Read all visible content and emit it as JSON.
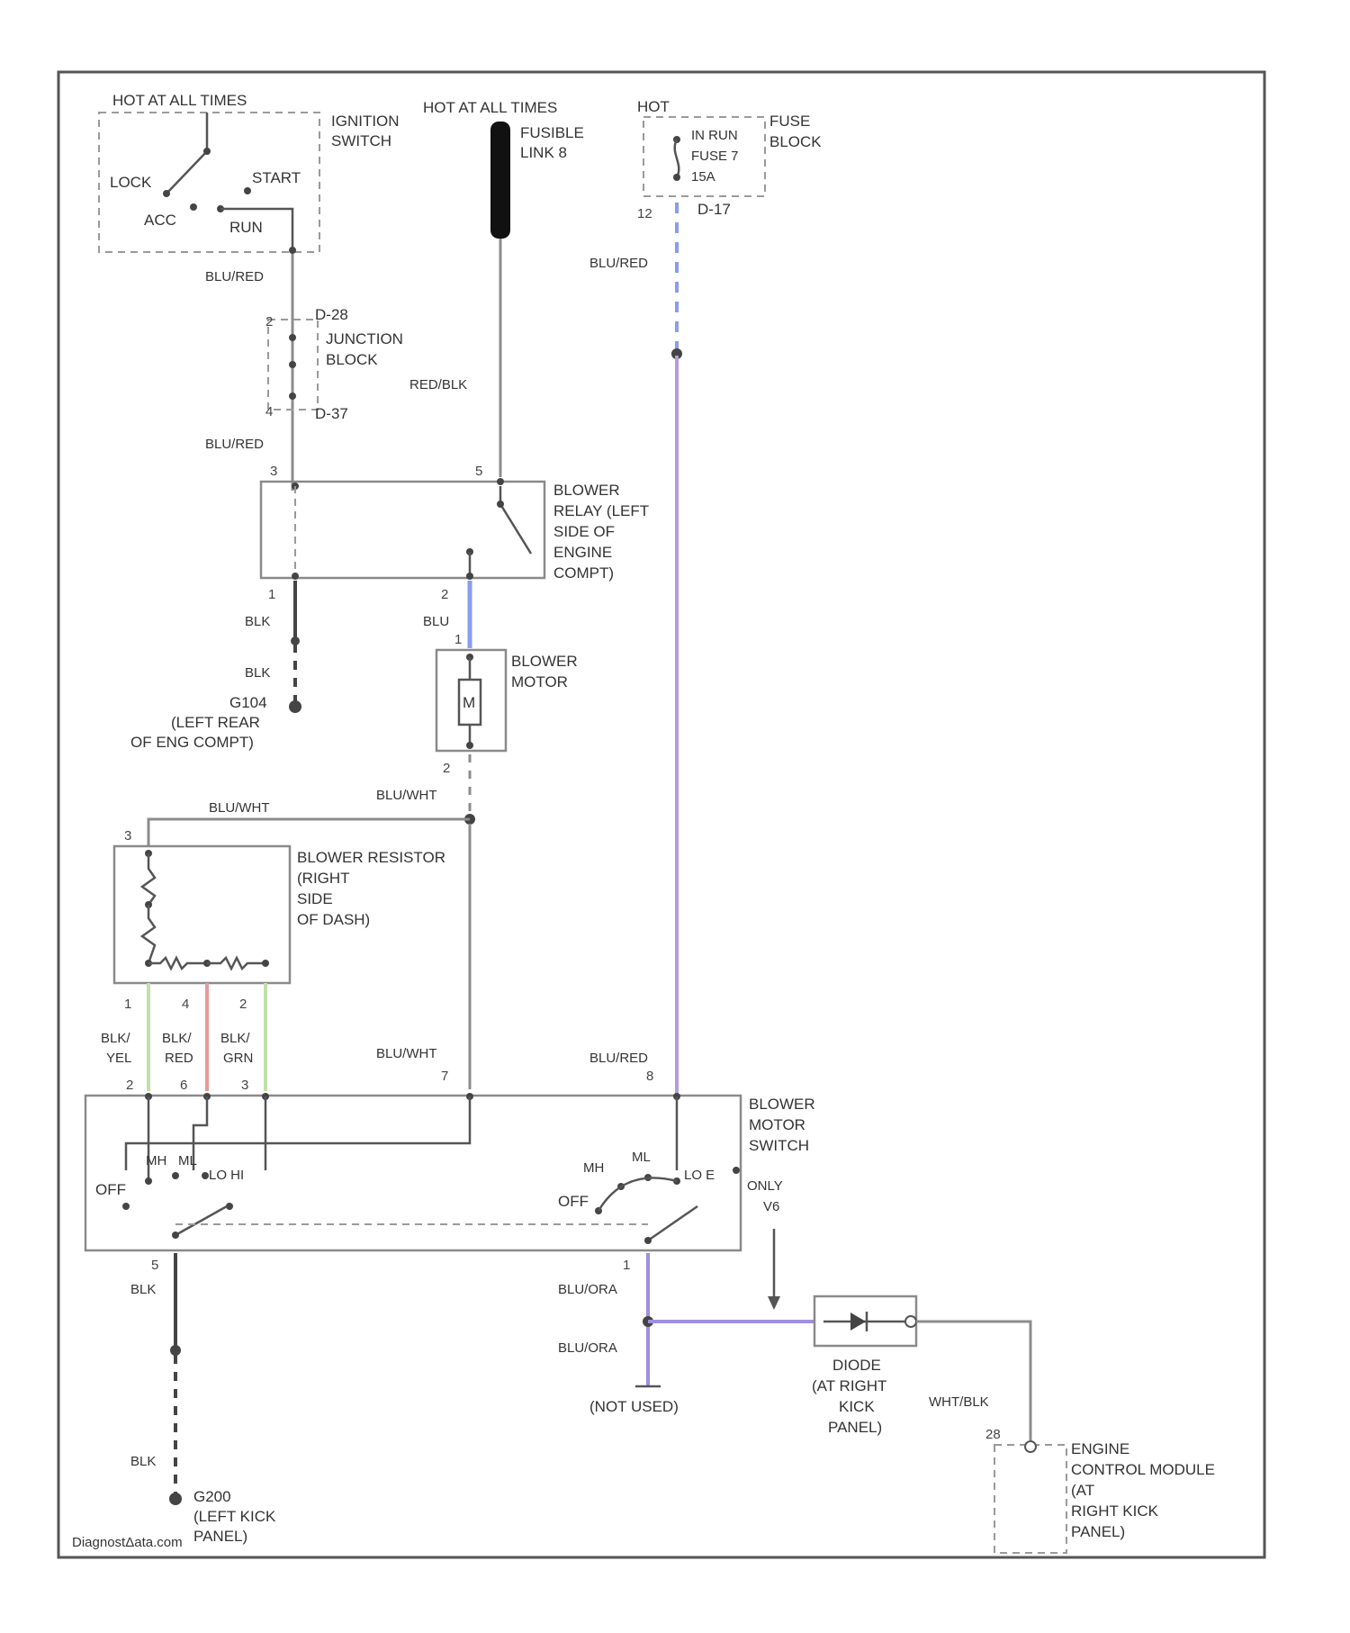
{
  "footer": {
    "watermark": "DiagnostΔata.com"
  },
  "colors": {
    "blured": "#b49be0",
    "redblk": "#e58a8a",
    "blu": "#8a9bf0",
    "bluora": "#a08ee0",
    "grn": "#bfe0a8",
    "red": "#e69a9a",
    "gray": "#8c8c8c"
  },
  "ignition": {
    "hot_label": "HOT AT ALL TIMES",
    "name_line1": "IGNITION",
    "name_line2": "SWITCH",
    "lock": "LOCK",
    "acc": "ACC",
    "run": "RUN",
    "start": "START"
  },
  "fusible": {
    "hot_label": "HOT AT ALL TIMES",
    "name_line1": "FUSIBLE",
    "name_line2": "LINK 8"
  },
  "fuse_block": {
    "hot": "HOT",
    "line1": "IN RUN",
    "line2": "FUSE 7",
    "line3": "15A",
    "name_line1": "FUSE",
    "name_line2": "BLOCK",
    "pin": "12",
    "connector": "D-17"
  },
  "junction": {
    "connector_top": "D-28",
    "name_line1": "JUNCTION",
    "name_line2": "BLOCK",
    "connector_bottom": "D-37",
    "pin_top": "2",
    "pin_bottom": "4"
  },
  "relay": {
    "name_lines": [
      "BLOWER",
      "RELAY (LEFT",
      "SIDE OF",
      "ENGINE",
      "COMPT)"
    ],
    "pin1": "1",
    "pin2": "2",
    "pin3": "3",
    "pin5": "5"
  },
  "motor": {
    "name_line1": "BLOWER",
    "name_line2": "MOTOR",
    "symbol": "M",
    "pin_top": "1",
    "pin_bottom": "2"
  },
  "ground1": {
    "name": "G104",
    "line2": "(LEFT REAR",
    "line3": "OF ENG COMPT)"
  },
  "resistor": {
    "name_lines": [
      "BLOWER RESISTOR",
      "(RIGHT",
      "SIDE",
      "OF DASH)"
    ],
    "pin3": "3",
    "pin1": "1",
    "pin4": "4",
    "pin2": "2"
  },
  "blower_switch": {
    "name_lines": [
      "BLOWER",
      "MOTOR",
      "SWITCH"
    ],
    "off_left": "OFF",
    "mh": "MH",
    "ml": "ML",
    "lo_hi": "LO HI",
    "mh2": "MH",
    "ml2": "ML",
    "lo_e": "LO E",
    "off_right": "OFF",
    "pin2": "2",
    "pin6": "6",
    "pin3": "3",
    "pin7": "7",
    "pin8": "8",
    "pin5": "5",
    "pin1": "1"
  },
  "diode": {
    "note_line1": "ONLY",
    "note_line2": "V6",
    "name_lines": [
      "DIODE",
      "(AT RIGHT",
      "KICK",
      "PANEL)"
    ]
  },
  "ecm": {
    "pin": "28",
    "name_lines": [
      "ENGINE",
      "CONTROL MODULE",
      "(AT",
      "RIGHT KICK",
      "PANEL)"
    ]
  },
  "ground2": {
    "name": "G200",
    "line2": "(LEFT KICK",
    "line3": "PANEL)"
  },
  "not_used": "(NOT USED)",
  "wire_labels": {
    "bluwht": "BLU/WHT",
    "bluwht2": "BLU/WHT",
    "bluwht3": "BLU/WHT",
    "bluora": "BLU/ORA",
    "blu": "BLU",
    "blk": "BLK",
    "blk2": "BLK",
    "blk3": "BLK",
    "blk4": "BLK",
    "redblk": "RED/BLK",
    "bluyel_1": "BLK/",
    "bluyel_2": "YEL",
    "blkred_1": "BLK/",
    "blkred_2": "RED",
    "blkgrn_1": "BLK/",
    "blkgrn_2": "GRN",
    "whtblk": "WHT/BLK",
    "bluora2": "BLU/ORA",
    "bluredlabel": "BLU/RED",
    "bluredlabel2": "BLU/RED",
    "bluredlabel3": "BLU/RED",
    "bluredlabel4": "BLU/RED"
  }
}
